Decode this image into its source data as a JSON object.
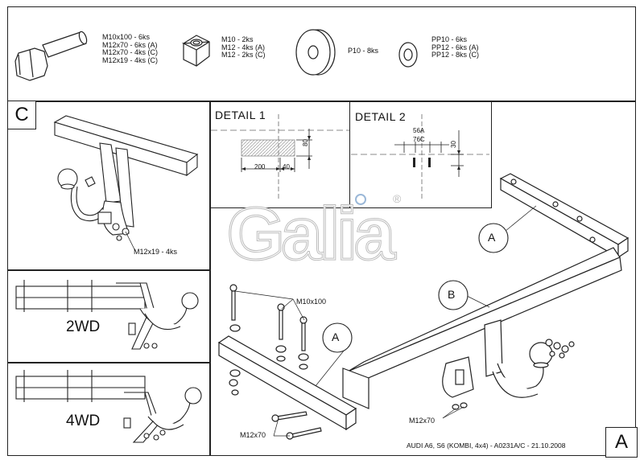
{
  "hardware": {
    "bolt_lines": [
      "M10x100 - 6ks",
      "M12x70 - 6ks (A)",
      "M12x70 - 4ks (C)",
      "M12x19 - 4ks (C)"
    ],
    "nut_lines": [
      "M10 - 2ks",
      "M12 - 4ks (A)",
      "M12 - 2ks (C)"
    ],
    "washer_label": "P10 - 8ks",
    "spring_washer_lines": [
      "PP10 - 6ks",
      "PP12 - 6ks (A)",
      "PP12 - 8ks (C)"
    ]
  },
  "panel_c": {
    "letter": "C",
    "bolt_label": "M12x19 - 4ks",
    "drive_2wd": "2WD",
    "drive_4wd": "4WD"
  },
  "detail1": {
    "title": "DETAIL 1",
    "dim_width": "200",
    "dim_offset": "40",
    "dim_height": "80"
  },
  "detail2": {
    "title": "DETAIL 2",
    "dim_top1": "56A",
    "dim_top2": "76C",
    "dim_height": "30"
  },
  "brand": {
    "logo": "Galia",
    "registered": "®"
  },
  "assembly": {
    "callout_a_top": "A",
    "callout_b": "B",
    "callout_a_left": "A",
    "bolt_label_m10": "M10x100",
    "bolt_label_m12_left": "M12x70",
    "bolt_label_m12_right": "M12x70"
  },
  "footer": {
    "caption": "AUDI A6, S6 (KOMBI, 4x4) - A0231A/C - 21.10.2008",
    "variant_letter": "A"
  }
}
